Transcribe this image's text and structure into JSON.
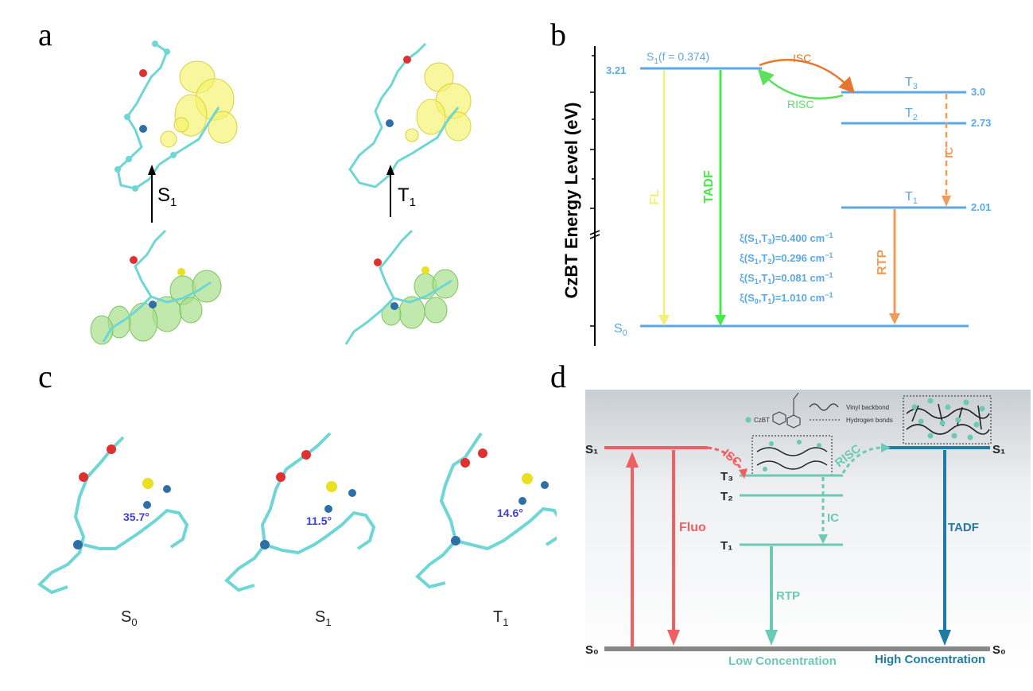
{
  "panel_a": {
    "letter": "a",
    "left_arrow_label": "S",
    "left_arrow_sub": "1",
    "right_arrow_label": "T",
    "right_arrow_sub": "1"
  },
  "panel_b": {
    "letter": "b",
    "ylabel": "CzBT Energy Level (eV)",
    "tick_321": "3.21",
    "s1_label": "S",
    "s1_sub": "1",
    "s1_suffix": "(f = 0.374)",
    "s0_label": "S",
    "s0_sub": "0",
    "t3_label": "T",
    "t3_sub": "3",
    "t3_value": "3.0",
    "t2_label": "T",
    "t2_sub": "2",
    "t2_value": "2.73",
    "t1_label": "T",
    "t1_sub": "1",
    "t1_value": "2.01",
    "isc": "ISC",
    "risc": "RISC",
    "ic": "IC",
    "fl": "FL",
    "tadf": "TADF",
    "rtp": "RTP",
    "soc": [
      {
        "pre": "ξ(S",
        "a": "1",
        "mid": ",T",
        "b": "3",
        "post": ")=0.400 cm",
        "sup": "−1"
      },
      {
        "pre": "ξ(S",
        "a": "1",
        "mid": ",T",
        "b": "2",
        "post": ")=0.296 cm",
        "sup": "−1"
      },
      {
        "pre": "ξ(S",
        "a": "1",
        "mid": ",T",
        "b": "1",
        "post": ")=0.081 cm",
        "sup": "−1"
      },
      {
        "pre": "ξ(S",
        "a": "0",
        "mid": ",T",
        "b": "1",
        "post": ")=1.010 cm",
        "sup": "−1"
      }
    ],
    "colors": {
      "level": "#5aa9e6",
      "isc": "#e8772e",
      "risc": "#5ee05e",
      "fl": "#f4ee7a",
      "tadf": "#4be84b",
      "rtp": "#f29a58",
      "ic": "#f29a58"
    }
  },
  "panel_c": {
    "letter": "c",
    "angles": [
      "35.7°",
      "11.5°",
      "14.6°"
    ],
    "states": [
      {
        "label": "S",
        "sub": "0"
      },
      {
        "label": "S",
        "sub": "1"
      },
      {
        "label": "T",
        "sub": "1"
      }
    ]
  },
  "panel_d": {
    "letter": "d",
    "legend_czbt": "CzBT",
    "legend_vinyl": "Vinyl backbond",
    "legend_hbond": "Hydrogen bonds",
    "s1_left": "S₁",
    "s1_right": "S₁",
    "s0_left": "S₀",
    "s0_right": "S₀",
    "t3": "T₃",
    "t2": "T₂",
    "t1": "T₁",
    "isc": "ISC",
    "risc": "RISC",
    "ic": "IC",
    "fluo": "Fluo",
    "rtp": "RTP",
    "tadf": "TADF",
    "low": "Low Concentration",
    "high": "High Concentration",
    "colors": {
      "red": "#f06060",
      "teal": "#6cc9b5",
      "blue": "#1f7aa6",
      "ground": "#888888"
    }
  }
}
